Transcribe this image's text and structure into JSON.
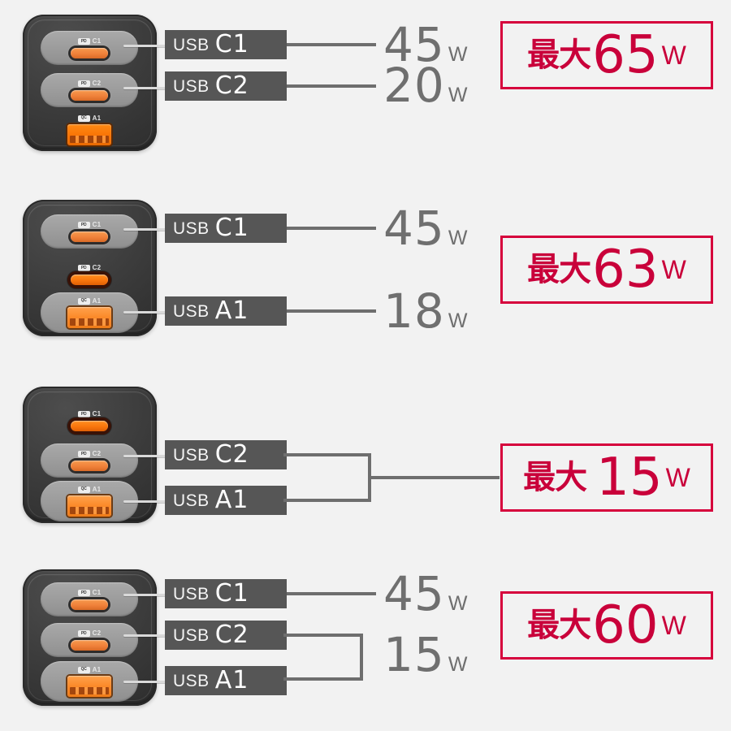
{
  "background_color": "#f2f2f2",
  "accent_red": "#c9003a",
  "chip_bg": "#565656",
  "watt_gray": "#6f6f6f",
  "port_labels": {
    "usb_prefix": "USB",
    "c1": "C1",
    "c2": "C2",
    "a1": "A1"
  },
  "device": {
    "badge_pd": "PD",
    "badge_qc": "QC",
    "port_id_c1": "C1",
    "port_id_c2": "C2",
    "port_id_a1": "A1"
  },
  "max_prefix": "最大",
  "watt_unit": "W",
  "rows": [
    {
      "id": "row-65w",
      "ports": [
        {
          "type": "c",
          "id": "C1",
          "badge": "PD",
          "active": true
        },
        {
          "type": "c",
          "id": "C2",
          "badge": "PD",
          "active": true
        },
        {
          "type": "a",
          "id": "A1",
          "badge": "QC",
          "active": false
        }
      ],
      "callouts": [
        {
          "usb": "USB",
          "port": "C1",
          "watt": "45",
          "unit": "W"
        },
        {
          "usb": "USB",
          "port": "C2",
          "watt": "20",
          "unit": "W"
        }
      ],
      "max": {
        "prefix": "最大",
        "value": "65",
        "unit": "W"
      }
    },
    {
      "id": "row-63w",
      "ports": [
        {
          "type": "c",
          "id": "C1",
          "badge": "PD",
          "active": true
        },
        {
          "type": "c",
          "id": "C2",
          "badge": "PD",
          "active": false
        },
        {
          "type": "a",
          "id": "A1",
          "badge": "QC",
          "active": true
        }
      ],
      "callouts": [
        {
          "usb": "USB",
          "port": "C1",
          "watt": "45",
          "unit": "W"
        },
        {
          "usb": "USB",
          "port": "A1",
          "watt": "18",
          "unit": "W"
        }
      ],
      "max": {
        "prefix": "最大",
        "value": "63",
        "unit": "W"
      }
    },
    {
      "id": "row-15w",
      "ports": [
        {
          "type": "c",
          "id": "C1",
          "badge": "PD",
          "active": false
        },
        {
          "type": "c",
          "id": "C2",
          "badge": "PD",
          "active": true
        },
        {
          "type": "a",
          "id": "A1",
          "badge": "QC",
          "active": true
        }
      ],
      "callouts": [
        {
          "usb": "USB",
          "port": "C2",
          "watt": "",
          "unit": ""
        },
        {
          "usb": "USB",
          "port": "A1",
          "watt": "",
          "unit": ""
        }
      ],
      "shared_bracket": true,
      "max": {
        "prefix": "最大",
        "value": "15",
        "unit": "W"
      }
    },
    {
      "id": "row-60w",
      "ports": [
        {
          "type": "c",
          "id": "C1",
          "badge": "PD",
          "active": true
        },
        {
          "type": "c",
          "id": "C2",
          "badge": "PD",
          "active": true
        },
        {
          "type": "a",
          "id": "A1",
          "badge": "QC",
          "active": true
        }
      ],
      "callouts": [
        {
          "usb": "USB",
          "port": "C1",
          "watt": "45",
          "unit": "W"
        },
        {
          "usb": "USB",
          "port": "C2",
          "watt": "15",
          "unit": "W"
        },
        {
          "usb": "USB",
          "port": "A1",
          "watt": "",
          "unit": ""
        }
      ],
      "shared_bracket": true,
      "max": {
        "prefix": "最大",
        "value": "60",
        "unit": "W"
      }
    }
  ]
}
